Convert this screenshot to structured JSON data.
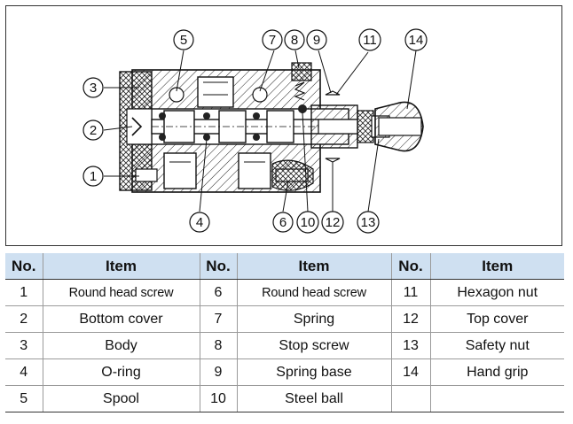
{
  "drawing": {
    "callouts_top": [
      "5",
      "7",
      "8",
      "9",
      "11",
      "14"
    ],
    "callouts_left": [
      "3",
      "2",
      "1"
    ],
    "callouts_bottom": [
      "4",
      "6",
      "10",
      "12",
      "13"
    ]
  },
  "table": {
    "headers": [
      "No.",
      "Item",
      "No.",
      "Item",
      "No.",
      "Item"
    ],
    "rows": [
      [
        "1",
        "Round head screw",
        "6",
        "Round head screw",
        "11",
        "Hexagon nut"
      ],
      [
        "2",
        "Bottom cover",
        "7",
        "Spring",
        "12",
        "Top cover"
      ],
      [
        "3",
        "Body",
        "8",
        "Stop screw",
        "13",
        "Safety nut"
      ],
      [
        "4",
        "O-ring",
        "9",
        "Spring base",
        "14",
        "Hand grip"
      ],
      [
        "5",
        "Spool",
        "10",
        "Steel ball",
        "",
        ""
      ]
    ]
  }
}
